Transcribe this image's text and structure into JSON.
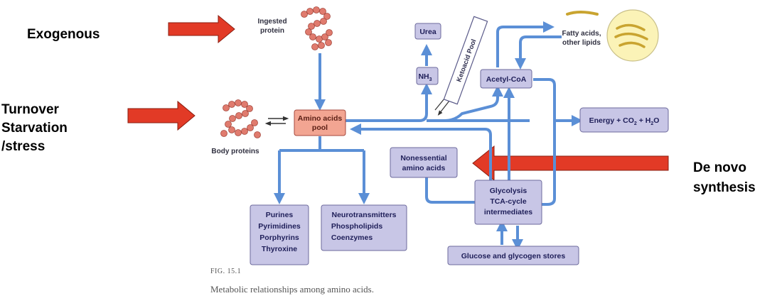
{
  "annotations": {
    "exogenous": "Exogenous",
    "turnover_1": "Turnover",
    "turnover_2": "Starvation",
    "turnover_3": "/stress",
    "denovo_1": "De novo",
    "denovo_2": "synthesis"
  },
  "labels": {
    "ingested_1": "Ingested",
    "ingested_2": "protein",
    "body_proteins": "Body proteins",
    "fatty_1": "Fatty acids,",
    "fatty_2": "other lipids",
    "ketoacid_pool": "Ketoacid Pool"
  },
  "boxes": {
    "urea": "Urea",
    "nh3": "NH",
    "nh3_sub": "3",
    "acetyl_coa": "Acetyl-CoA",
    "amino_pool_1": "Amino acids",
    "amino_pool_2": "pool",
    "energy_1": "Energy + CO",
    "energy_sub1": "2",
    "energy_2": " + H",
    "energy_sub2": "2",
    "energy_3": "O",
    "nonessential_1": "Nonessential",
    "nonessential_2": "amino acids",
    "glycolysis_1": "Glycolysis",
    "glycolysis_2": "TCA-cycle",
    "glycolysis_3": "intermediates",
    "purines_1": "Purines",
    "purines_2": "Pyrimidines",
    "purines_3": "Porphyrins",
    "purines_4": "Thyroxine",
    "neuro_1": "Neurotransmitters",
    "neuro_2": "Phospholipids",
    "neuro_3": "Coenzymes",
    "glucose": "Glucose and glycogen stores"
  },
  "caption": {
    "fig": "FIG. 15.1",
    "text": "Metabolic relationships among amino acids."
  },
  "colors": {
    "flow_arrow": "#5b8fd6",
    "red_arrow": "#e23a26",
    "box_fill": "#c8c6e6",
    "pool_fill": "#f2a592",
    "protein": "#e07b6e"
  }
}
